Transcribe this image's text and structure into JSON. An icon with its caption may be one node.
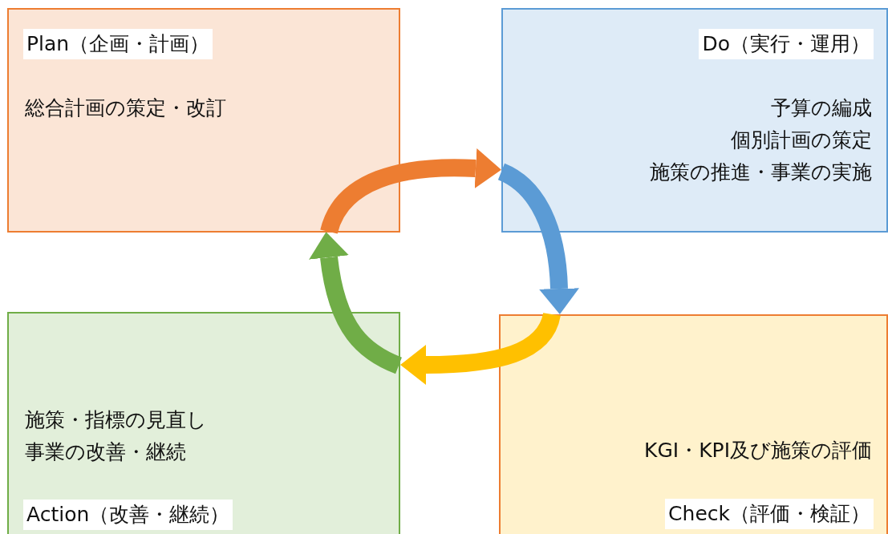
{
  "diagram": {
    "nodes": [
      {
        "text": [
          "Plan（企画・計画）",
          "総合計画の策定・改訂"
        ]
      },
      {
        "text": [
          "Do（実行・運用）",
          "予算の編成",
          "個別計画の策定",
          "施策の推進・事業の実施"
        ]
      },
      {
        "text": [
          "施策・指標の見直し",
          "事業の改善・継続",
          "Action（改善・継続）"
        ]
      },
      {
        "text": [
          "KGI・KPI及び施策の評価",
          "Check（評価・検証）"
        ]
      }
    ],
    "edges": [
      {
        "from": 0,
        "to": 1,
        "arrow": "to",
        "color": "#ed7d31"
      },
      {
        "from": 1,
        "to": 3,
        "arrow": "to",
        "color": "#5b9bd5"
      },
      {
        "from": 3,
        "to": 2,
        "arrow": "to",
        "color": "#ffc000"
      },
      {
        "from": 2,
        "to": 0,
        "arrow": "to",
        "color": "#70ad47"
      }
    ]
  }
}
